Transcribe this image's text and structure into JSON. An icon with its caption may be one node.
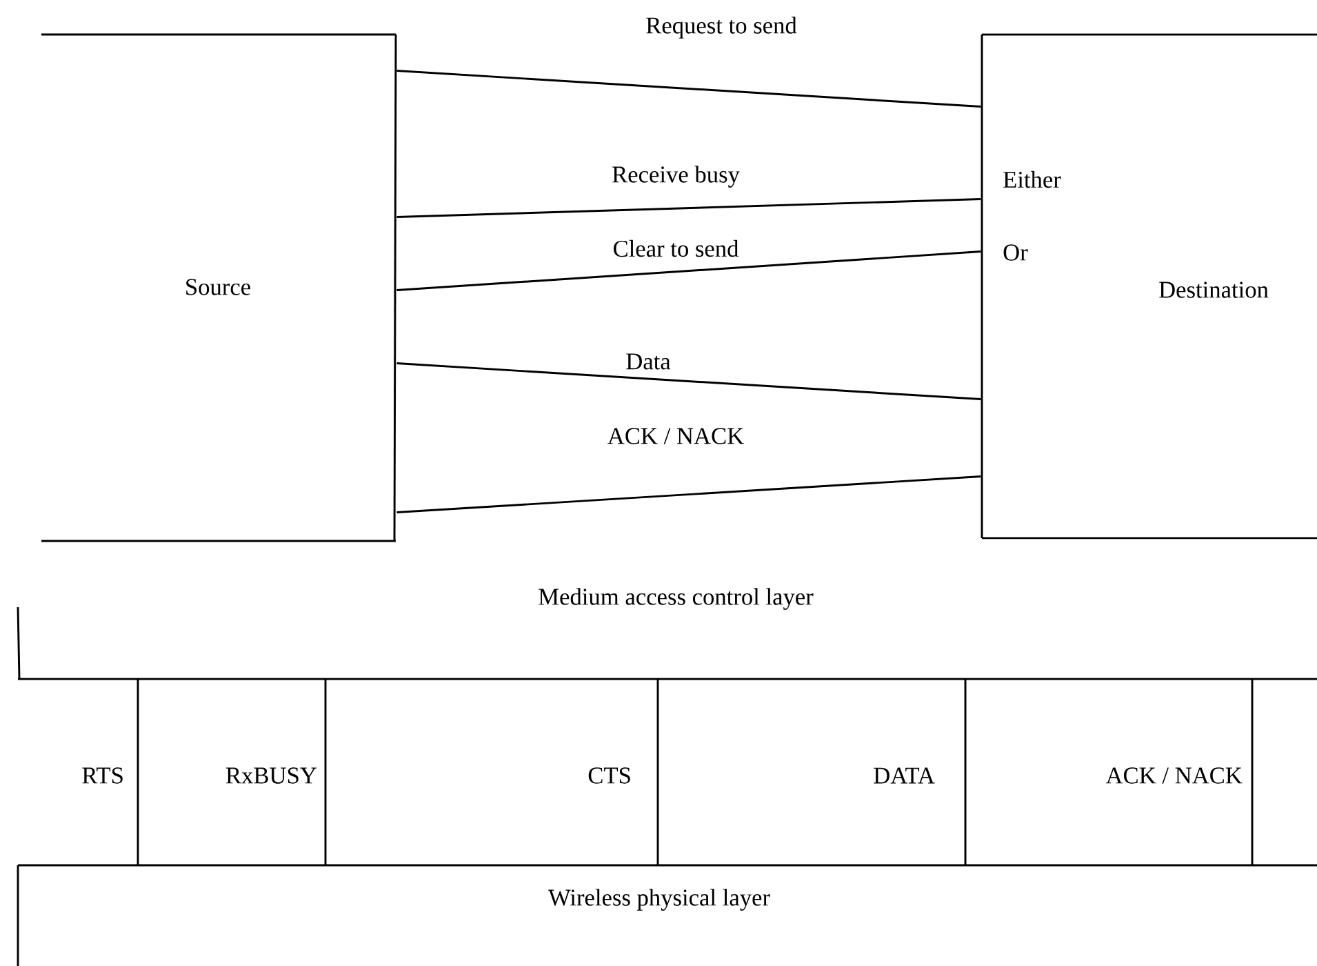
{
  "diagram": {
    "nodes": [
      {
        "text": [
          "Source"
        ]
      },
      {
        "text": [
          "Either",
          "Or",
          "Destination"
        ]
      },
      {
        "text": [
          "Medium access control layer"
        ]
      },
      {
        "text": [
          "RTS"
        ]
      },
      {
        "text": [
          "RxBUSY"
        ]
      },
      {
        "text": [
          "CTS"
        ]
      },
      {
        "text": [
          "DATA"
        ]
      },
      {
        "text": [
          "ACK / NACK"
        ]
      },
      {
        "text": [
          "Wireless physical layer"
        ]
      }
    ],
    "edges": [
      {
        "from": 0,
        "to": 1,
        "arrow": "none",
        "label": "Request to send"
      },
      {
        "from": 0,
        "to": 1,
        "arrow": "none",
        "label": "Receive busy"
      },
      {
        "from": 0,
        "to": 1,
        "arrow": "none",
        "label": "Clear to send"
      },
      {
        "from": 0,
        "to": 1,
        "arrow": "none",
        "label": "Data"
      },
      {
        "from": 0,
        "to": 1,
        "arrow": "none",
        "label": "ACK / NACK"
      }
    ]
  }
}
